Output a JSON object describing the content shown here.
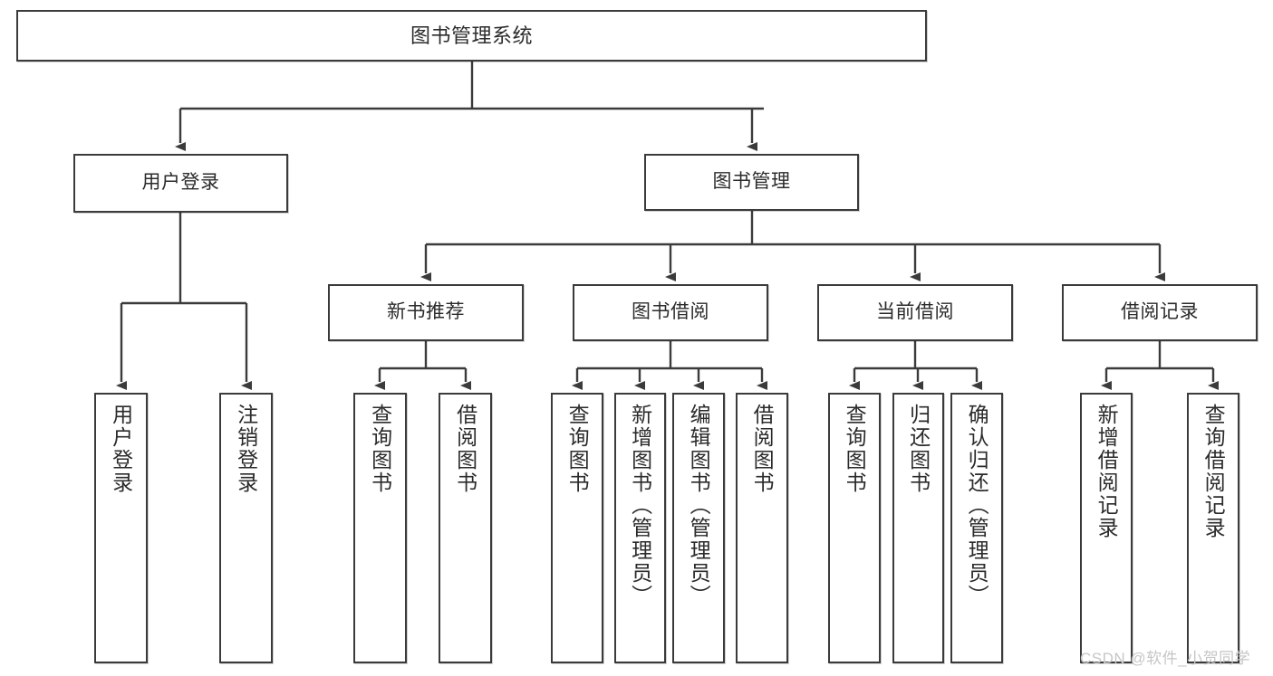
{
  "diagram": {
    "title": "图书管理系统",
    "type": "hierarchy-tree",
    "colors": {
      "stroke": "#3b3b3b",
      "text": "#2b2b2b",
      "background": "#ffffff",
      "watermark": "#c6c6c6"
    },
    "root": {
      "label": "图书管理系统",
      "orientation": "horizontal"
    },
    "level2": [
      {
        "label": "用户登录",
        "orientation": "horizontal"
      },
      {
        "label": "图书管理",
        "orientation": "horizontal"
      }
    ],
    "level3": [
      {
        "label": "新书推荐",
        "orientation": "horizontal"
      },
      {
        "label": "图书借阅",
        "orientation": "horizontal"
      },
      {
        "label": "当前借阅",
        "orientation": "horizontal"
      },
      {
        "label": "借阅记录",
        "orientation": "horizontal"
      }
    ],
    "leaves": {
      "user_login": [
        {
          "label": "用户登录",
          "orientation": "vertical"
        },
        {
          "label": "注销登录",
          "orientation": "vertical"
        }
      ],
      "new_book_recommend": [
        {
          "label": "查询图书",
          "orientation": "vertical"
        },
        {
          "label": "借阅图书",
          "orientation": "vertical"
        }
      ],
      "book_borrow": [
        {
          "label": "查询图书",
          "orientation": "vertical"
        },
        {
          "label": "新增图书（管理员）",
          "orientation": "vertical"
        },
        {
          "label": "编辑图书（管理员）",
          "orientation": "vertical"
        },
        {
          "label": "借阅图书",
          "orientation": "vertical"
        }
      ],
      "current_borrow": [
        {
          "label": "查询图书",
          "orientation": "vertical"
        },
        {
          "label": "归还图书",
          "orientation": "vertical"
        },
        {
          "label": "确认归还（管理员）",
          "orientation": "vertical"
        }
      ],
      "borrow_record": [
        {
          "label": "新增借阅记录",
          "orientation": "vertical"
        },
        {
          "label": "查询借阅记录",
          "orientation": "vertical"
        }
      ]
    },
    "watermark": "CSDN @软件_小贺同学"
  }
}
